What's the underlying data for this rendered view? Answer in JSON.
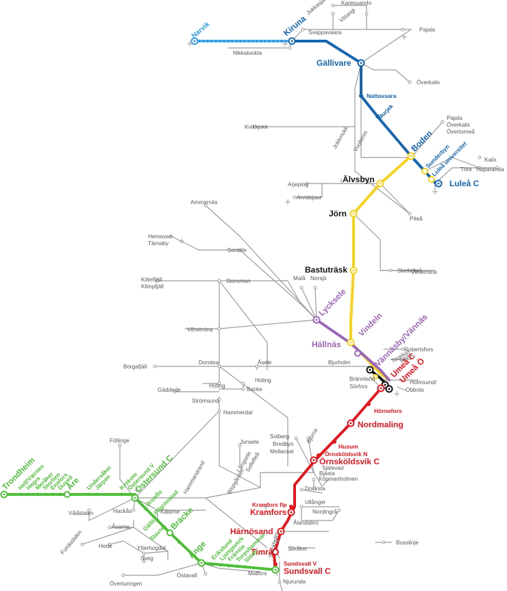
{
  "colors": {
    "blue": "#1565b0",
    "blue_dotted": "#2e9ae0",
    "yellow": "#f6d21c",
    "purple": "#9c66b8",
    "red": "#e3161d",
    "green": "#4fbf3a",
    "black": "#111111",
    "bus_grey": "#9a9a9a"
  },
  "legend": {
    "label": "Busslinje"
  },
  "labels": {
    "narvik": "Narvik",
    "kiruna": "Kiruna",
    "gallivare": "Gällivare",
    "nattavaara": "Nattavaara",
    "murjek": "Murjek",
    "boden": "Boden",
    "sunderbyn": "Sunderbyn",
    "lulea_univ": "Luleå universitet",
    "lulea_c": "Luleå C",
    "alvsbyn": "Älvsbyn",
    "jorn": "Jörn",
    "bastutrask": "Bastuträsk",
    "lycksele": "Lycksele",
    "hallnas": "Hällnäs",
    "vindeln": "Vindeln",
    "vannas": "Vännäsby/Vännäs",
    "umea_c": "Umeå C",
    "umea_o": "Umeå Ö",
    "hornefors": "Hörnefors",
    "nordmaling": "Nordmaling",
    "husum": "Husum",
    "ornskoldsvik_n": "Örnsköldsvik N",
    "ornskoldsvik_c": "Örnsköldsvik C",
    "kramfors_flp": "Kramfors flp",
    "kramfors": "Kramfors",
    "harnosand": "Härnösand",
    "timra": "Timrå",
    "sundsvall_v": "Sundsvall V",
    "sundsvall_c": "Sundsvall C",
    "trondheim": "Trondheim",
    "are": "Åre",
    "ostersund_c": "Östersund C",
    "bracke": "Bräcke",
    "ange": "Ånge",
    "hell": "Hell/Værnes",
    "hegra": "Hegra",
    "meraker": "Meråker",
    "storlien": "Storlien",
    "enafors": "Enafors",
    "duved": "Duved",
    "undersaker": "Undersåker",
    "jarpen": "Järpen",
    "krokom": "Krokom",
    "ostersund_v": "Östersund V",
    "brunflo": "Brunflo",
    "pilgrimstad": "Pilgrimstad",
    "gallo": "Gällö",
    "stavre": "Stavre",
    "erikslund": "Erikslund",
    "ljungaverk": "Ljungaverk",
    "fransta": "Fränsta",
    "torpshammar": "Torpshammar",
    "stode": "Stöde"
  },
  "grey_labels": {
    "karesuando": "Karesuando",
    "jukkasjarvi": "Jukkasjärvi",
    "vittangi": "Vittangi",
    "svappavaara": "Svappavaara",
    "pajala": "Pajala",
    "nikkaluokta": "Nikkaluokta",
    "overkalix": "Överkalix",
    "kvikkjokk": "Kvikkjokk",
    "jokkmokk": "Jokkmokk",
    "vuollerim": "Vuollerim",
    "pajala2": "Pajala",
    "overkalix2": "Överkalix",
    "overtornea": "Övertorneå",
    "kalix": "Kalix",
    "tore": "Töre",
    "haparanda": "Haparanda",
    "arjeplog": "Arjeplog",
    "arvidsjaur": "Arvidsjaur",
    "pitea": "Piteå",
    "ammarnas": "Ammarnäs",
    "hemavan": "Hemavan",
    "tarnaby": "Tärnaby",
    "sorsele": "Sorsele",
    "skelleftea": "Skellefteå",
    "vilhelmina_top": "Vilhelmina",
    "kittelfjall": "Kittelfjäll",
    "klimpfjall": "Klimpfjäll",
    "storuman": "Storuman",
    "mala": "Malå",
    "norsjo": "Norsjö",
    "vilhelmina": "Vilhelmina",
    "dorotea": "Dorotea",
    "asele": "Åsele",
    "bjurholm": "Bjurholm",
    "borgafjall": "Borgafjäll",
    "robertsfors": "Robertsfors",
    "tavelsjo": "Tavelsjö",
    "savar": "Sävar",
    "hoting": "Hoting",
    "hoting2": "Hoting",
    "backe": "Backe",
    "gaddede": "Gäddede",
    "stromsund": "Strömsund",
    "brannland": "Brännland",
    "sorfors": "Sörfors",
    "holmsund": "Holmsund/",
    "obbola": "Obbola",
    "hammerdal": "Hammerdal",
    "follinge": "Föllinge",
    "junsele": "Junsele",
    "solberg": "Solberg",
    "bredbyn": "Bredbyn",
    "mellansel": "Mellansel",
    "bjorna": "Björna",
    "sjalevad": "Själevad",
    "bjasta": "Bjästa",
    "kopmanholmen": "Köpmanholmen",
    "langsele": "Långsele",
    "sollefta": "Sollefteå",
    "hammarstrand": "Hammarstrand",
    "bispgarden": "Bispgården",
    "valadalen": "Vålådalen",
    "hackas": "Hackås",
    "kalarne": "Kälarne",
    "asarna": "Åsarna",
    "funasdalen": "Funäsdalen",
    "hede": "Hede",
    "ytterhogdal": "Ytterhogdal",
    "sveg": "Sveg",
    "docksta": "Docksta",
    "ullanger": "Ullånger",
    "nordingra": "Nordingrå",
    "alandsbro": "Ålandsbro",
    "soraker": "Söråker",
    "ostavall": "Östavall",
    "overturingen": "Överturingen",
    "matfors": "Matfors",
    "njurunda": "Njurunda",
    "stockholm": "Stockholm"
  }
}
